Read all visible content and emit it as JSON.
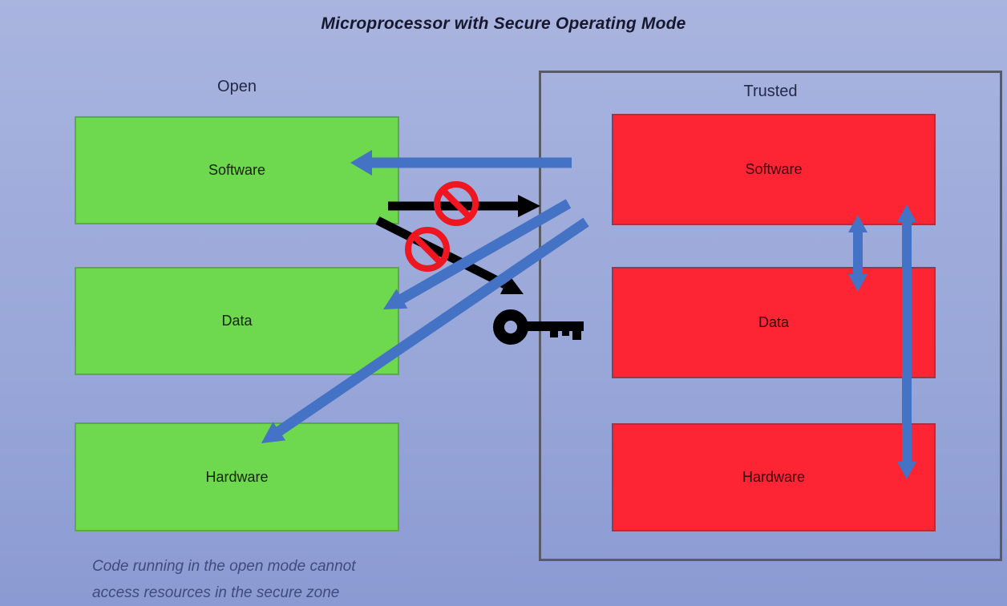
{
  "title": "Microprocessor with Secure Operating Mode",
  "zones": {
    "open": {
      "label": "Open",
      "boxes": [
        {
          "label": "Software"
        },
        {
          "label": "Data"
        },
        {
          "label": "Hardware"
        }
      ]
    },
    "trusted": {
      "label": "Trusted",
      "boxes": [
        {
          "label": "Software"
        },
        {
          "label": "Data"
        },
        {
          "label": "Hardware"
        }
      ]
    }
  },
  "caption": {
    "line1": "Code running in the open mode cannot",
    "line2": "access resources in the secure zone"
  },
  "arrows": [
    {
      "name": "trusted-to-open-software",
      "type": "blue-arrow",
      "from": "trusted zone",
      "to": "open Software",
      "direction": "left",
      "allowed": true
    },
    {
      "name": "open-software-to-trusted",
      "type": "black-arrow",
      "from": "open Software",
      "to": "trusted zone",
      "direction": "right",
      "allowed": false,
      "marker": "no-entry"
    },
    {
      "name": "open-to-trusted-diagonal",
      "type": "black-arrow",
      "from": "open Software",
      "to": "key",
      "direction": "down-right",
      "allowed": false,
      "marker": "no-entry"
    },
    {
      "name": "trusted-to-open-data",
      "type": "blue-arrow",
      "from": "trusted zone",
      "to": "open Data",
      "direction": "down-left",
      "allowed": true
    },
    {
      "name": "trusted-to-open-hardware",
      "type": "blue-arrow",
      "from": "trusted zone",
      "to": "open Hardware",
      "direction": "down-left",
      "allowed": true
    },
    {
      "name": "trusted-software-data-link",
      "type": "blue-double-arrow",
      "from": "trusted Software",
      "to": "trusted Data",
      "direction": "vertical",
      "allowed": true
    },
    {
      "name": "trusted-software-hardware-link",
      "type": "blue-double-arrow",
      "from": "trusted Software",
      "to": "trusted Hardware",
      "direction": "vertical",
      "allowed": true
    }
  ],
  "icons": [
    {
      "name": "no-entry-icon",
      "meaning": "access blocked",
      "count": 2
    },
    {
      "name": "key-icon",
      "meaning": "secure access key",
      "count": 1
    }
  ],
  "colors": {
    "bg-top": "#a9b4df",
    "bg-mid": "#9aa8d9",
    "bg-bottom": "#8b9ad2",
    "green-fill": "#6ed84e",
    "green-border": "#57ae3f",
    "red-fill": "#fd2433",
    "red-border": "#a03546",
    "blue-arrow": "#4472c4",
    "black-arrow": "#000000",
    "prohibit-red": "#ee1620",
    "trusted-border": "#575c68",
    "title-color": "#16182e",
    "zone-label-color": "#232946",
    "green-label-color": "#142508",
    "red-label-color": "#3c060e",
    "caption-color": "#3e4b7e"
  }
}
